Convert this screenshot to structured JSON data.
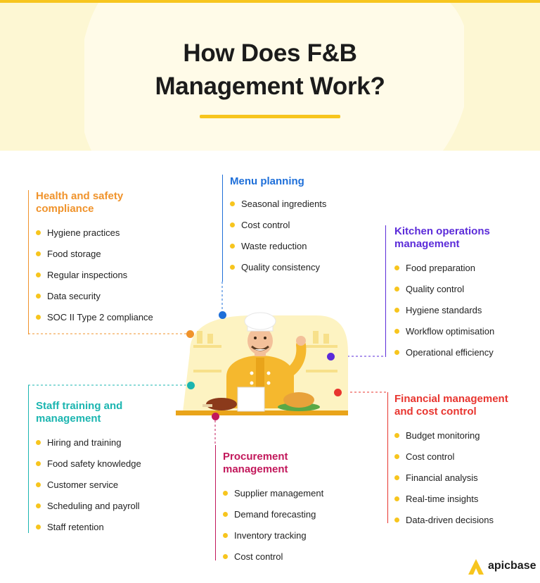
{
  "title": {
    "line1": "How Does F&B",
    "line2": "Management Work?"
  },
  "colors": {
    "accent_yellow": "#f7c51e",
    "header_bg": "#fdf7d3",
    "health": "#f0932b",
    "menu": "#1e6fd9",
    "kitchen": "#5b2bd9",
    "staff": "#1bb5b0",
    "financial": "#e8352f",
    "procurement": "#c2185b"
  },
  "sections": {
    "health": {
      "title_line1": "Health and safety",
      "title_line2": "compliance",
      "items": [
        "Hygiene practices",
        "Food storage",
        "Regular inspections",
        "Data security",
        "SOC II Type 2 compliance"
      ]
    },
    "menu": {
      "title_line1": "Menu planning",
      "items": [
        "Seasonal ingredients",
        "Cost control",
        "Waste reduction",
        "Quality consistency"
      ]
    },
    "kitchen": {
      "title_line1": "Kitchen operations",
      "title_line2": "management",
      "items": [
        "Food preparation",
        "Quality control",
        "Hygiene standards",
        "Workflow optimisation",
        "Operational efficiency"
      ]
    },
    "staff": {
      "title_line1": "Staff training and",
      "title_line2": "management",
      "items": [
        "Hiring and training",
        "Food safety knowledge",
        "Customer service",
        "Scheduling and payroll",
        "Staff retention"
      ]
    },
    "financial": {
      "title_line1": "Financial management",
      "title_line2": "and cost control",
      "items": [
        "Budget monitoring",
        "Cost control",
        "Financial analysis",
        "Real-time insights",
        "Data-driven decisions"
      ]
    },
    "procurement": {
      "title_line1": "Procurement",
      "title_line2": "management",
      "items": [
        "Supplier management",
        "Demand forecasting",
        "Inventory tracking",
        "Cost control"
      ]
    }
  },
  "logo": {
    "text": "apicbase",
    "icon": "apicbase-logo-icon"
  },
  "illustration": {
    "icon": "chef-illustration"
  }
}
